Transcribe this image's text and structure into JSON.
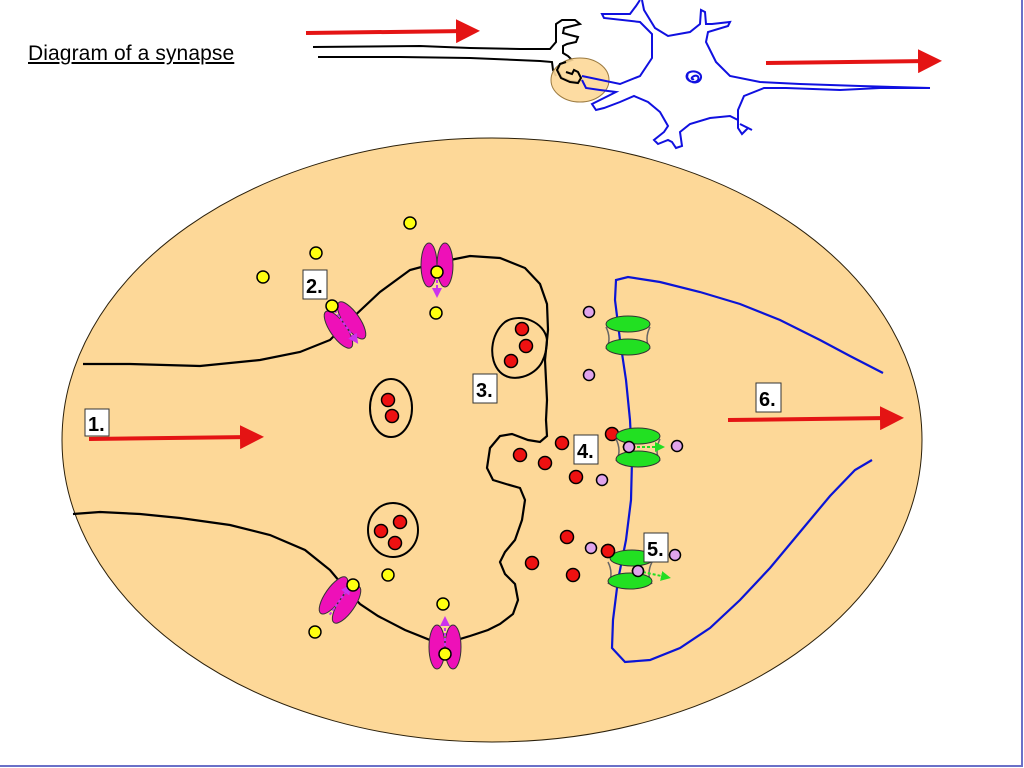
{
  "title": "Diagram of a synapse",
  "colors": {
    "background": "#ffffff",
    "synapse_fill": "#FDD898",
    "outline": "#000000",
    "postsynaptic_membrane": "#0a14d6",
    "arrow": "#e41414",
    "presynaptic_vesicle_contents": "#ee1111",
    "receptor_ligand": "#e0a4ec",
    "calcium_ion": "#ffff10",
    "calcium_channel": "#ee10b8",
    "receptor_channel": "#22e022",
    "label_box": "#ffffff"
  },
  "labels": [
    {
      "id": "1",
      "text": "1."
    },
    {
      "id": "2",
      "text": "2."
    },
    {
      "id": "3",
      "text": "3."
    },
    {
      "id": "4",
      "text": "4."
    },
    {
      "id": "5",
      "text": "5."
    },
    {
      "id": "6",
      "text": "6."
    }
  ],
  "overview": {
    "inset_highlight": "synapse region circled on neuron overview",
    "arrows": [
      "signal into presynaptic axon",
      "signal out along postsynaptic axon"
    ]
  }
}
